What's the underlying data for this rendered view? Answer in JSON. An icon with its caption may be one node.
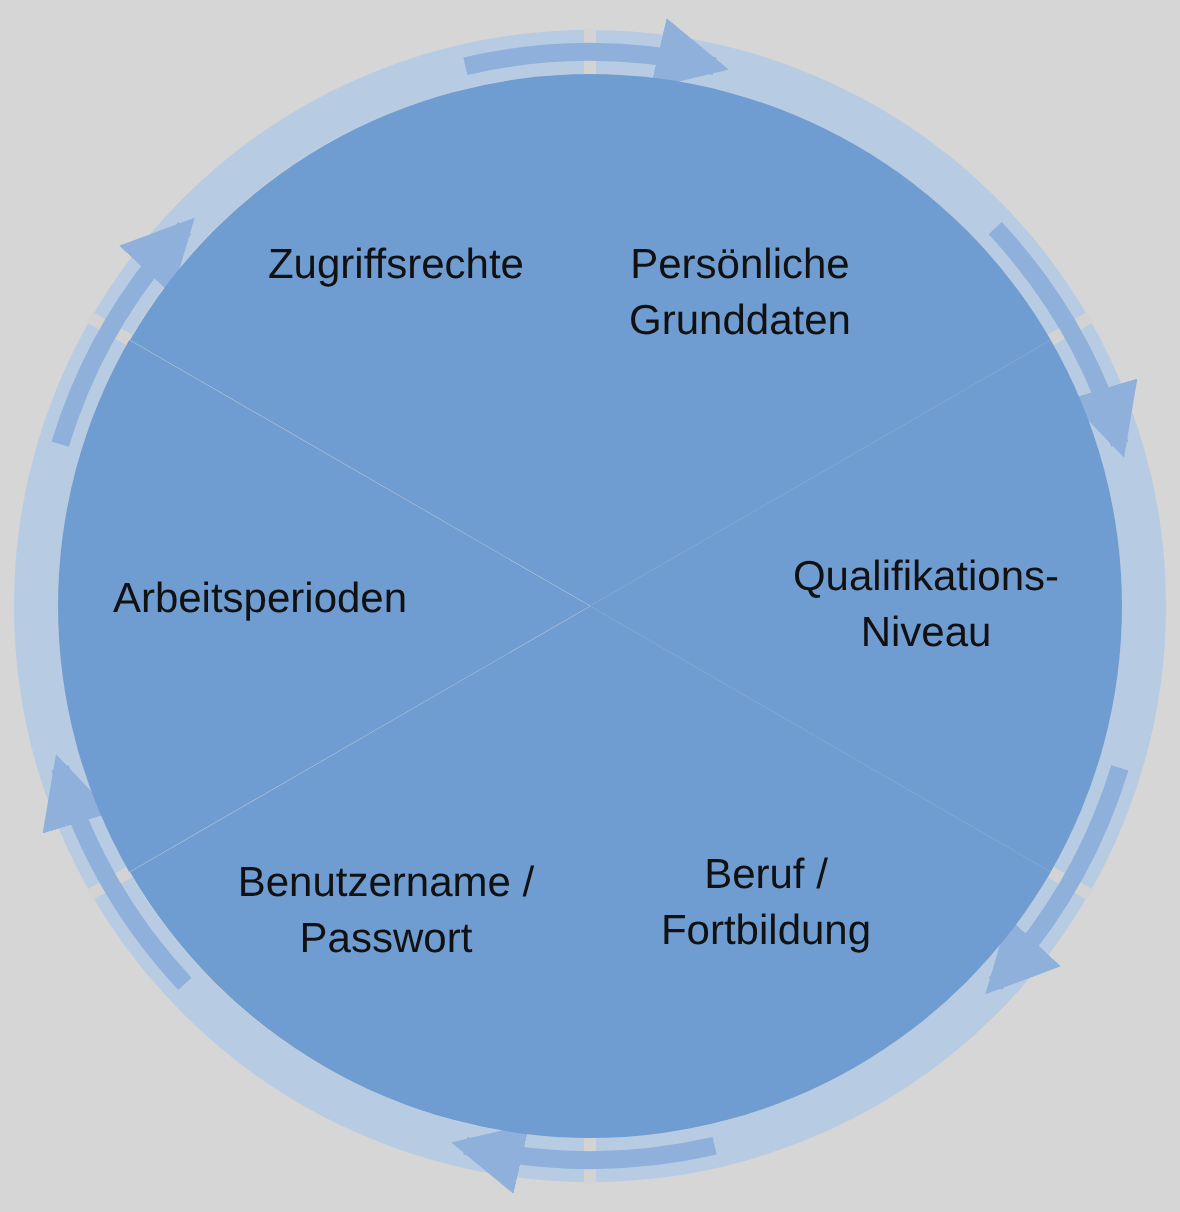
{
  "diagram": {
    "nodes": [
      {
        "text": [
          "Persönliche Grunddaten"
        ]
      },
      {
        "text": [
          "Qualifikations-Niveau"
        ]
      },
      {
        "text": [
          "Beruf / Fortbildung"
        ]
      },
      {
        "text": [
          "Benutzername / Passwort"
        ]
      },
      {
        "text": [
          "Arbeitsperioden"
        ]
      },
      {
        "text": [
          "Zugriffsrechte"
        ]
      }
    ],
    "edges": [
      {
        "from": 5,
        "to": 0,
        "arrow": "to"
      },
      {
        "from": 0,
        "to": 1,
        "arrow": "to"
      },
      {
        "from": 1,
        "to": 2,
        "arrow": "to"
      },
      {
        "from": 2,
        "to": 3,
        "arrow": "to"
      },
      {
        "from": 3,
        "to": 4,
        "arrow": "to"
      },
      {
        "from": 4,
        "to": 5,
        "arrow": "to"
      }
    ]
  }
}
